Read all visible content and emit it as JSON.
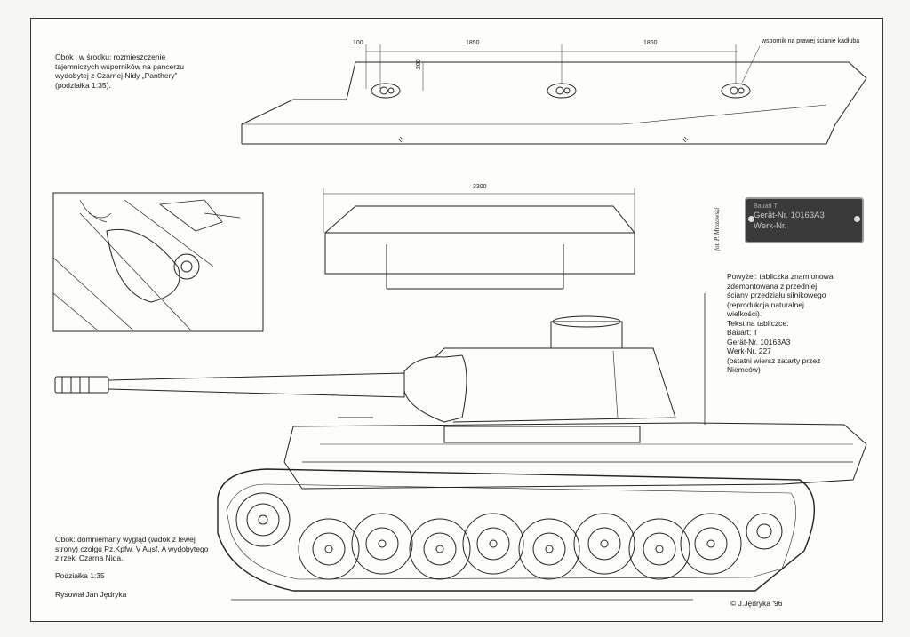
{
  "texts": {
    "top_left": "Obok i w środku: rozmieszczenie tajemniczych wsporników na pancerzu wydobytej z Czarnej Nidy „Panthery” (podziałka 1:35).",
    "bottom_left": "Obok: domniemany wygląd (widok z lewej strony) czołgu Pz.Kpfw. V Ausf. A wydobytego z rzeki Czarna Nida.",
    "scale": "Podziałka 1:35",
    "author": "Rysował Jan Jędryka",
    "copyright": "© J.Jędryka '96",
    "photo_credit": "fot. P. Mrozowski",
    "bracket_label": "wspornik na prawej ścianie kadłuba",
    "plate_note": [
      "Powyżej: tabliczka znamionowa",
      "zdemontowana z przedniej",
      "ściany przedziału silnikowego",
      "(reprodukcja naturalnej",
      "wielkości).",
      "Tekst na tabliczce:",
      "Bauart: T",
      "Gerät-Nr. 10163A3",
      "Werk-Nr. 227",
      "(ostatni wiersz zatarty przez",
      "Niemców)"
    ]
  },
  "dimensions": {
    "top": [
      "100",
      "1850",
      "1850",
      "200"
    ],
    "middle": "3300"
  },
  "plate": {
    "line1": "Bauart T",
    "line2": "Gerät-Nr. 10163A3",
    "line3": "Werk-Nr."
  }
}
